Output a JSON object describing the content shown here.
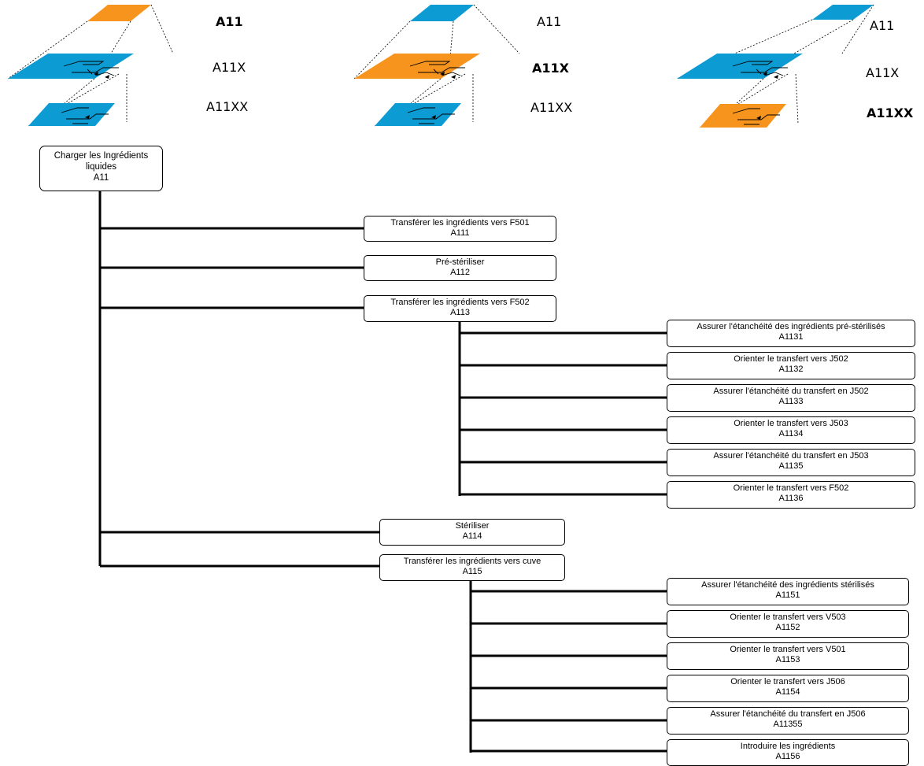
{
  "colors": {
    "highlight": "#F7941D",
    "layer": "#0D9BD3",
    "line": "#000000"
  },
  "level_views": [
    {
      "labels": [
        "A11",
        "A11X",
        "A11XX"
      ],
      "highlighted": 0
    },
    {
      "labels": [
        "A11",
        "A11X",
        "A11XX"
      ],
      "highlighted": 1
    },
    {
      "labels": [
        "A11",
        "A11X",
        "A11XX"
      ],
      "highlighted": 2
    }
  ],
  "tree": {
    "root": {
      "title": "Charger les Ingrédients liquides",
      "code": "A11"
    },
    "children": [
      {
        "title": "Transférer les ingrédients vers  F501",
        "code": "A111",
        "children": []
      },
      {
        "title": "Pré-stériliser",
        "code": "A112",
        "children": []
      },
      {
        "title": "Transférer les ingrédients vers F502",
        "code": "A113",
        "children": [
          {
            "title": "Assurer l'étanchéité des ingrédients pré-stérilisés",
            "code": "A1131"
          },
          {
            "title": "Orienter le transfert vers J502",
            "code": "A1132"
          },
          {
            "title": "Assurer l'étanchéité du transfert en J502",
            "code": "A1133"
          },
          {
            "title": "Orienter le transfert vers J503",
            "code": "A1134"
          },
          {
            "title": "Assurer l'étanchéité du transfert en J503",
            "code": "A1135"
          },
          {
            "title": "Orienter le transfert vers F502",
            "code": "A1136"
          }
        ]
      },
      {
        "title": "Stériliser",
        "code": "A114",
        "children": []
      },
      {
        "title": "Transférer les ingrédients vers cuve",
        "code": "A115",
        "children": [
          {
            "title": "Assurer l'étanchéité des ingrédients stérilisés",
            "code": "A1151"
          },
          {
            "title": "Orienter le transfert vers V503",
            "code": "A1152"
          },
          {
            "title": "Orienter le transfert vers V501",
            "code": "A1153"
          },
          {
            "title": "Orienter le transfert vers J506",
            "code": "A1154"
          },
          {
            "title": "Assurer l'étanchéité du transfert en J506",
            "code": "A11355"
          },
          {
            "title": "Introduire les ingrédients",
            "code": "A1156"
          }
        ]
      }
    ]
  }
}
